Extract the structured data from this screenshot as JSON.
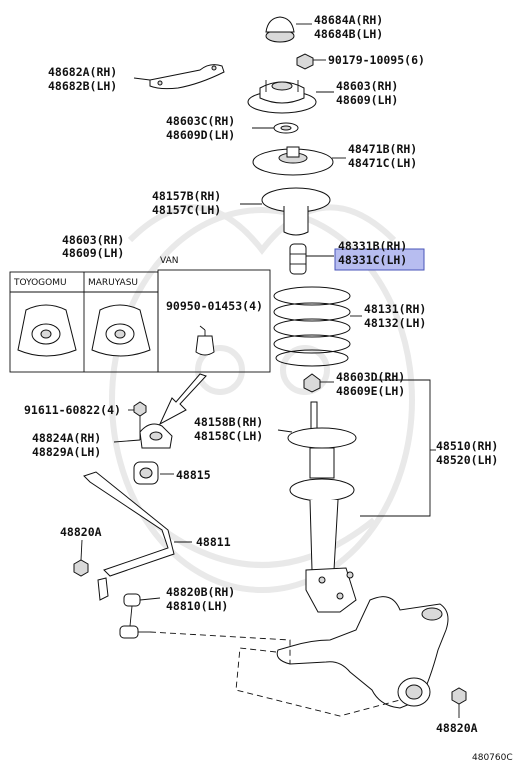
{
  "labels": {
    "p48684": "48684A(RH)",
    "p48684b": "48684B(LH)",
    "p90179": "90179-10095(6)",
    "p48682a": "48682A(RH)",
    "p48682b": "48682B(LH)",
    "p48603": "48603(RH)",
    "p48609": "48609(LH)",
    "p48603c": "48603C(RH)",
    "p48609d": "48609D(LH)",
    "p48471b": "48471B(RH)",
    "p48471c": "48471C(LH)",
    "p48157b": "48157B(RH)",
    "p48157c": "48157C(LH)",
    "p48603_box": "48603(RH)",
    "p48609_box": "48609(LH)",
    "p48331b": "48331B(RH)",
    "p48331c": "48331C(LH)",
    "toyogomu": "TOYOGOMU",
    "maruyasu": "MARUYASU",
    "van": "VAN",
    "p90950": "90950-01453(4)",
    "p48131": "48131(RH)",
    "p48132": "48132(LH)",
    "p48603d": "48603D(RH)",
    "p48609e": "48609E(LH)",
    "p91611": "91611-60822(4)",
    "p48158b": "48158B(RH)",
    "p48158c": "48158C(LH)",
    "p48824a": "48824A(RH)",
    "p48829a": "48829A(LH)",
    "p48510": "48510(RH)",
    "p48520": "48520(LH)",
    "p48815": "48815",
    "p48820a_top": "48820A",
    "p48811": "48811",
    "p48820b": "48820B(RH)",
    "p48810": "48810(LH)",
    "p48820a_bottom": "48820A",
    "figure_code": "480760C"
  },
  "colors": {
    "highlight": "#b7bdf0",
    "ink": "#111111"
  }
}
